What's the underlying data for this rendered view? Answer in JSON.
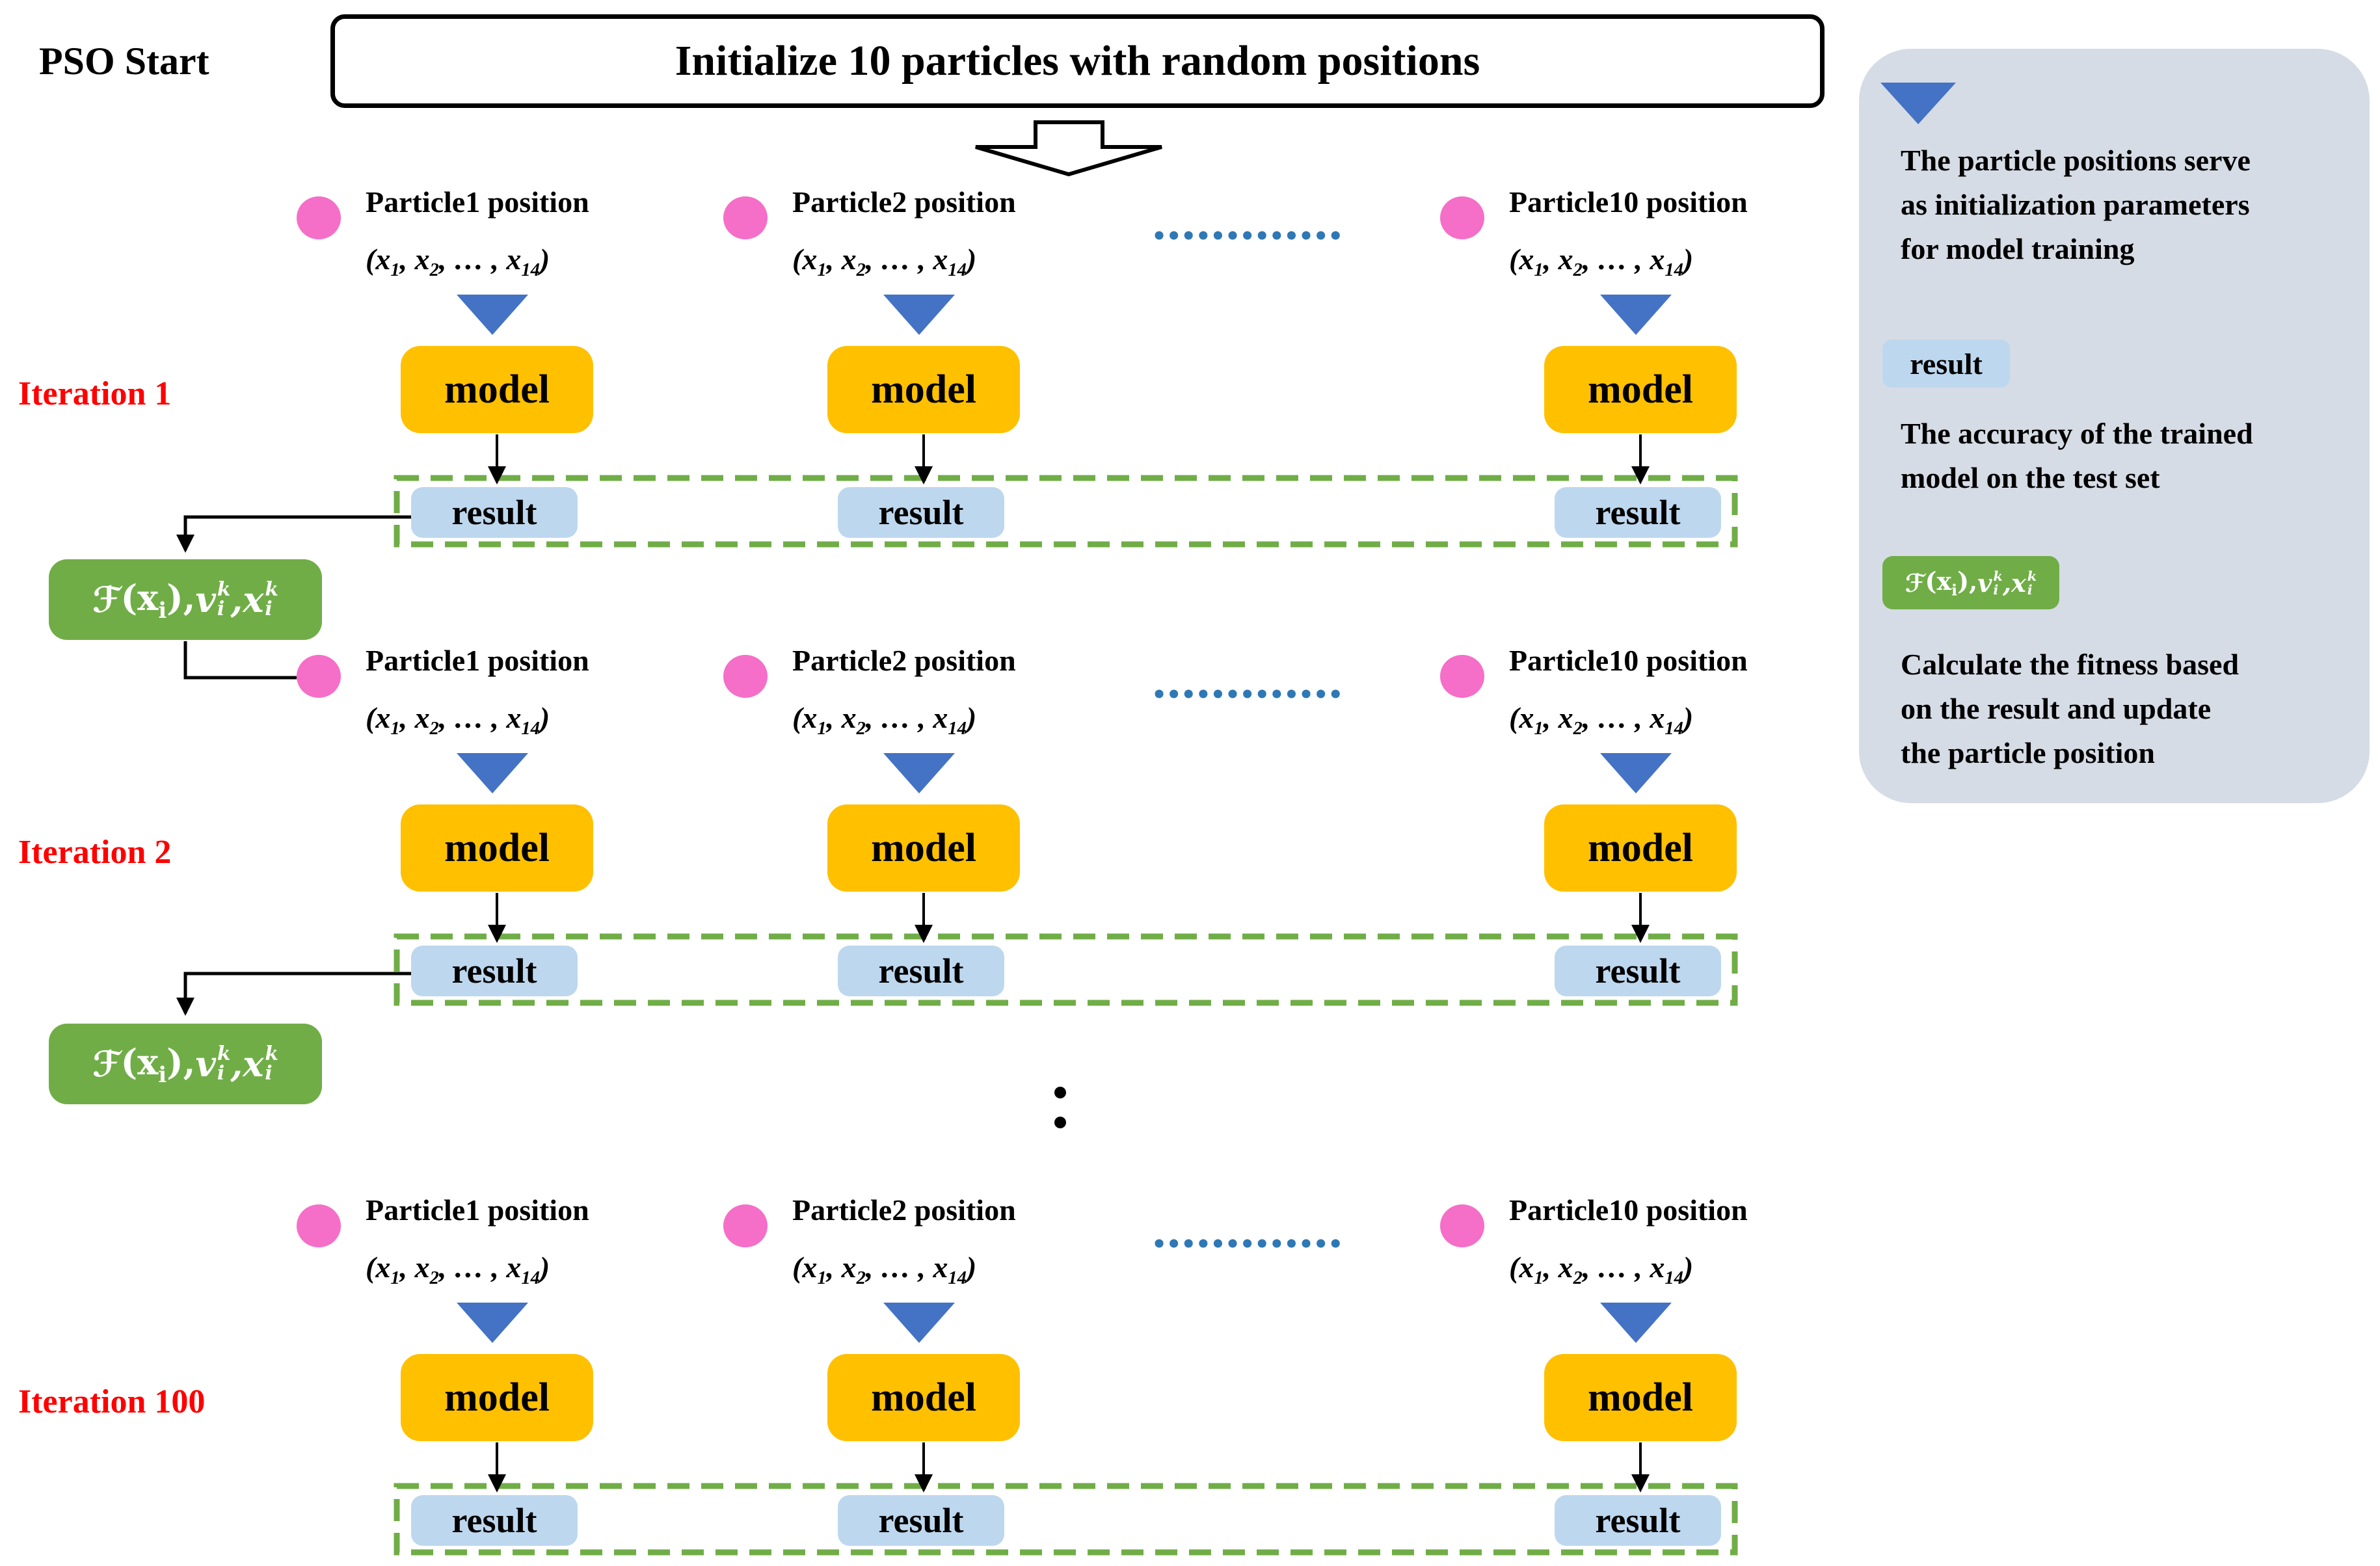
{
  "diagram": {
    "pso_start": "PSO Start",
    "init_title": "Initialize 10 particles with random positions",
    "iterations": [
      "Iteration 1",
      "Iteration 2",
      "Iteration 100"
    ],
    "particles": [
      "Particle1 position",
      "Particle2 position",
      "Particle10 position"
    ],
    "position_parts": {
      "open": "(x",
      "sub1": "1",
      "mid": ", x",
      "sub2": "2",
      "dots": ", … , x",
      "sub14": "14",
      "close": ")"
    },
    "model_label": "model",
    "result_label": "result",
    "formula": {
      "f": "ℱ",
      "open": "(x",
      "isub": "i",
      "close": "), ",
      "v": "v",
      "vsub": "i",
      "vsup": "k",
      "sep": ", ",
      "x": "x",
      "xsub": "i",
      "xsup": "k"
    },
    "legend": {
      "triangle_text_lines": [
        "The particle positions serve",
        "as initialization parameters",
        "for model training"
      ],
      "result_chip": "result",
      "result_text_lines": [
        "The accuracy of the trained",
        "model on the test set"
      ],
      "fitness_text_lines": [
        "Calculate the fitness based",
        "on the result and update",
        "the particle position"
      ]
    },
    "colors": {
      "accent_blue": "#4472C4",
      "model_orange": "#FFC000",
      "result_light_blue": "#BDD7EE",
      "group_green": "#70AD47",
      "particle_pink": "#F56EC8",
      "iteration_red": "#FF0000",
      "legend_background": "#D6DCE5",
      "dotted_line_blue": "#2E78B5"
    }
  }
}
